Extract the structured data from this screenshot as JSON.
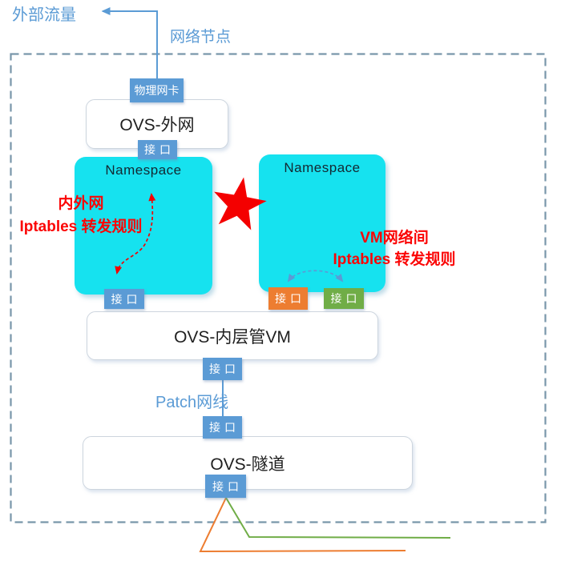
{
  "diagram": {
    "annotations": {
      "external_traffic": "外部流量",
      "network_node": "网络节点",
      "patch_cable": "Patch网线",
      "left_iptables_rule": {
        "line1": "内外网",
        "line2": "Iptables 转发规则"
      },
      "right_iptables_rule": {
        "line1": "VM网络间",
        "line2": "Iptables 转发规则"
      }
    },
    "nodes": {
      "physical_nic": {
        "label": "物理网卡"
      },
      "ovs_external": {
        "label": "OVS-外网"
      },
      "namespace_left": {
        "label": "Namespace"
      },
      "namespace_right": {
        "label": "Namespace"
      },
      "ovs_inner_vm": {
        "label": "OVS-内层管VM"
      },
      "ovs_tunnel": {
        "label": "OVS-隧道"
      }
    },
    "port_label": "接口",
    "colors": {
      "namespace_fill": "#16E2EF",
      "badge_blue": "#5B9BD5",
      "badge_orange": "#ED7D31",
      "badge_green": "#70AD47",
      "label_blue": "#5B9BD5",
      "annotation_red": "#FB0505",
      "star_red": "#F40000",
      "boundary_dash": "#7996AA",
      "tunnel_line_orange": "#ED7D31",
      "tunnel_line_green": "#70AD47",
      "connector_blue": "#5B9BD5"
    }
  }
}
